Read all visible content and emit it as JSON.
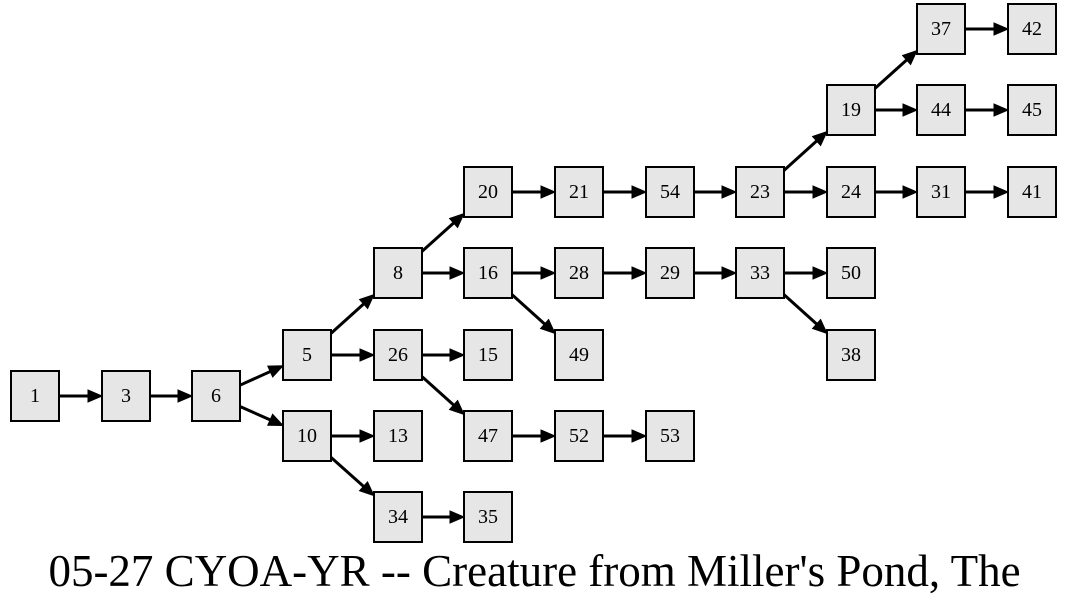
{
  "title": "05-27 CYOA-YR -- Creature from Miller's Pond, The",
  "colors": {
    "node_fill": "#e6e6e6",
    "node_stroke": "#000000",
    "edge": "#000000"
  },
  "nodes": [
    "1",
    "3",
    "6",
    "5",
    "10",
    "8",
    "26",
    "13",
    "34",
    "20",
    "16",
    "15",
    "47",
    "35",
    "21",
    "28",
    "49",
    "52",
    "54",
    "29",
    "53",
    "23",
    "33",
    "19",
    "24",
    "50",
    "38",
    "37",
    "44",
    "31",
    "42",
    "45",
    "41"
  ],
  "edges": [
    [
      "1",
      "3"
    ],
    [
      "3",
      "6"
    ],
    [
      "6",
      "5"
    ],
    [
      "6",
      "10"
    ],
    [
      "5",
      "8"
    ],
    [
      "5",
      "26"
    ],
    [
      "10",
      "13"
    ],
    [
      "10",
      "34"
    ],
    [
      "8",
      "20"
    ],
    [
      "8",
      "16"
    ],
    [
      "26",
      "15"
    ],
    [
      "26",
      "47"
    ],
    [
      "34",
      "35"
    ],
    [
      "20",
      "21"
    ],
    [
      "16",
      "28"
    ],
    [
      "16",
      "49"
    ],
    [
      "47",
      "52"
    ],
    [
      "21",
      "54"
    ],
    [
      "28",
      "29"
    ],
    [
      "52",
      "53"
    ],
    [
      "54",
      "23"
    ],
    [
      "29",
      "33"
    ],
    [
      "23",
      "19"
    ],
    [
      "23",
      "24"
    ],
    [
      "33",
      "50"
    ],
    [
      "33",
      "38"
    ],
    [
      "19",
      "37"
    ],
    [
      "19",
      "44"
    ],
    [
      "24",
      "31"
    ],
    [
      "37",
      "42"
    ],
    [
      "44",
      "45"
    ],
    [
      "31",
      "41"
    ]
  ]
}
